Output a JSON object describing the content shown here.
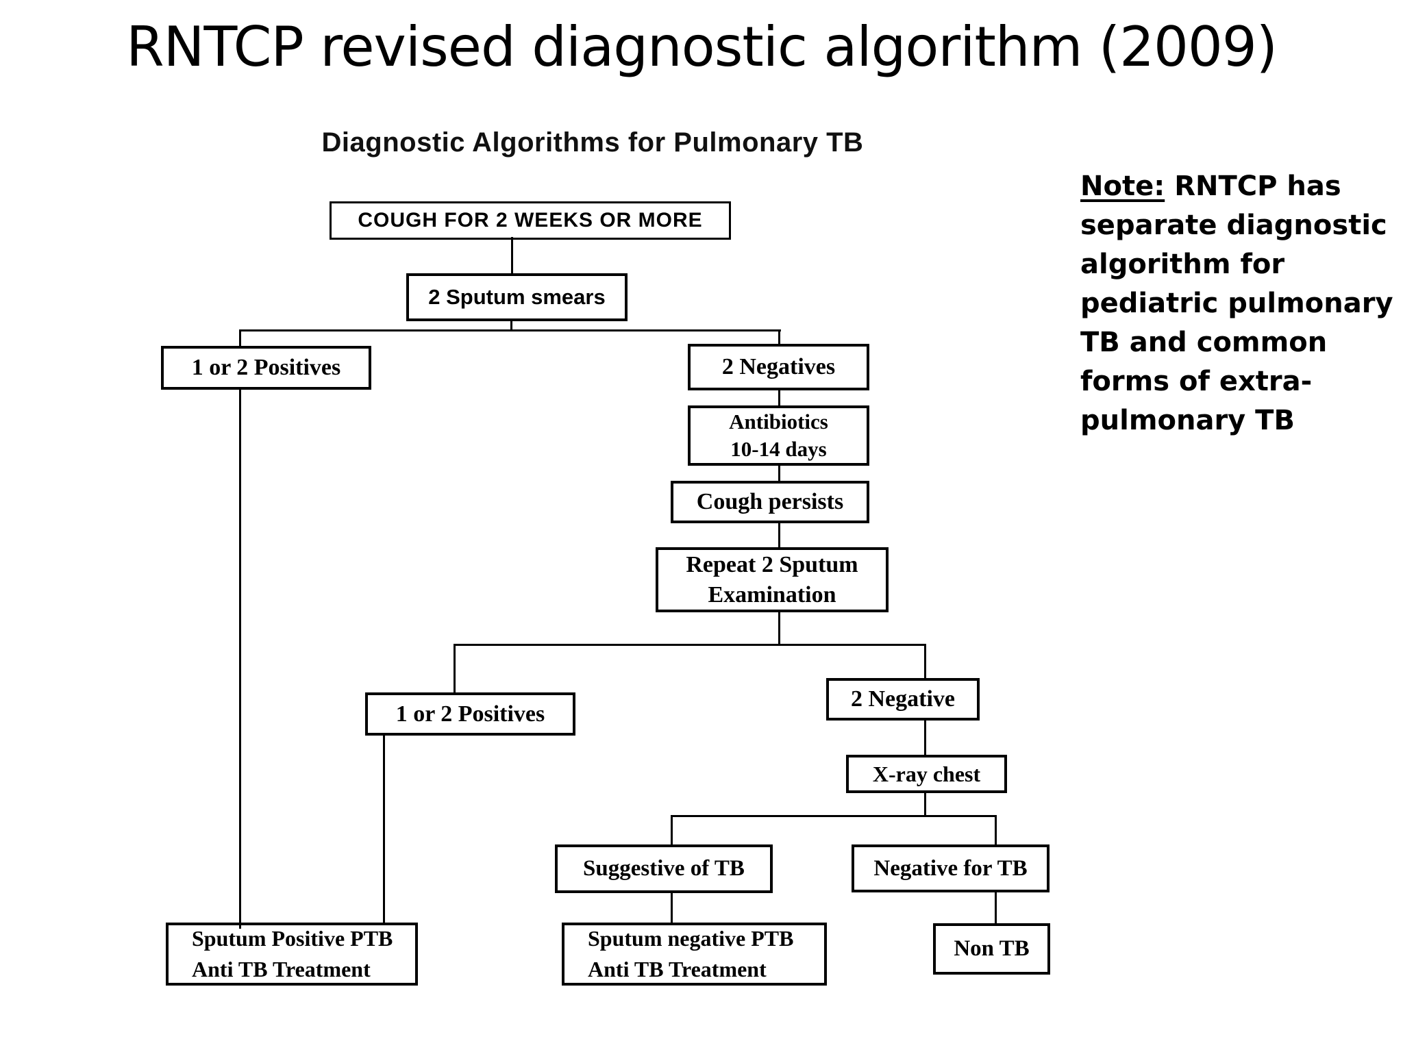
{
  "title": "RNTCP revised diagnostic algorithm (2009)",
  "diagram": {
    "subtitle": "Diagnostic Algorithms for Pulmonary TB",
    "nodes": {
      "cough_duration": {
        "label": "COUGH FOR 2 WEEKS OR MORE"
      },
      "sputum_smears": {
        "label": "2 Sputum smears"
      },
      "positives_1": {
        "label": "1 or 2 Positives"
      },
      "negatives_1": {
        "label": "2 Negatives"
      },
      "antibiotics": {
        "line1": "Antibiotics",
        "line2": "10-14 days"
      },
      "cough_persists": {
        "label": "Cough persists"
      },
      "repeat_sputum": {
        "line1": "Repeat 2 Sputum",
        "line2": "Examination"
      },
      "positives_2": {
        "label": "1 or 2 Positives"
      },
      "negative_2": {
        "label": "2 Negative"
      },
      "xray_chest": {
        "label": "X-ray chest"
      },
      "suggestive_tb": {
        "label": "Suggestive of TB"
      },
      "negative_for_tb": {
        "label": "Negative for TB"
      },
      "sputum_positive": {
        "line1": "Sputum Positive PTB",
        "line2": "Anti TB Treatment"
      },
      "sputum_negative": {
        "line1": "Sputum negative PTB",
        "line2": "Anti TB Treatment"
      },
      "non_tb": {
        "label": "Non TB"
      }
    }
  },
  "note": {
    "label": "Note:",
    "line1_rest": "RNTCP has",
    "lines": [
      "separate diagnostic",
      "algorithm for",
      "pediatric pulmonary",
      "TB and common",
      "forms of extra-",
      "pulmonary TB"
    ]
  }
}
